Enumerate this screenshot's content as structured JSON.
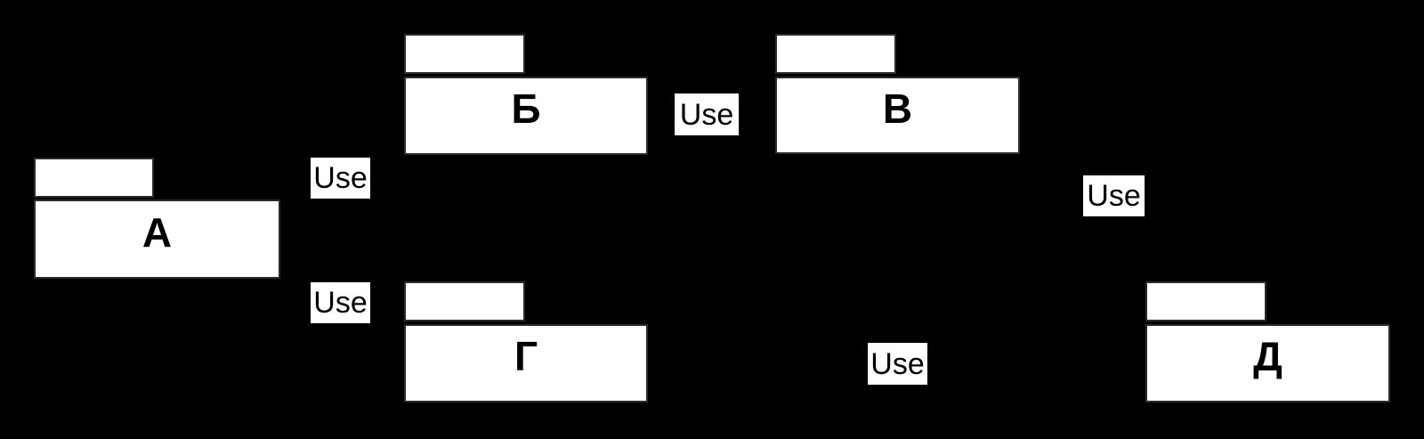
{
  "diagram": {
    "type": "uml-package-dependency-diagram",
    "background_color": "#000000",
    "node_fill_color": "#ffffff",
    "node_border_color": "#2b2b2b",
    "text_color": "#000000",
    "packages": [
      {
        "label": "А"
      },
      {
        "label": "Б"
      },
      {
        "label": "В"
      },
      {
        "label": "Г"
      },
      {
        "label": "Д"
      }
    ],
    "dependency_labels": [
      {
        "text": "Use"
      },
      {
        "text": "Use"
      },
      {
        "text": "Use"
      },
      {
        "text": "Use"
      },
      {
        "text": "Use"
      }
    ]
  }
}
